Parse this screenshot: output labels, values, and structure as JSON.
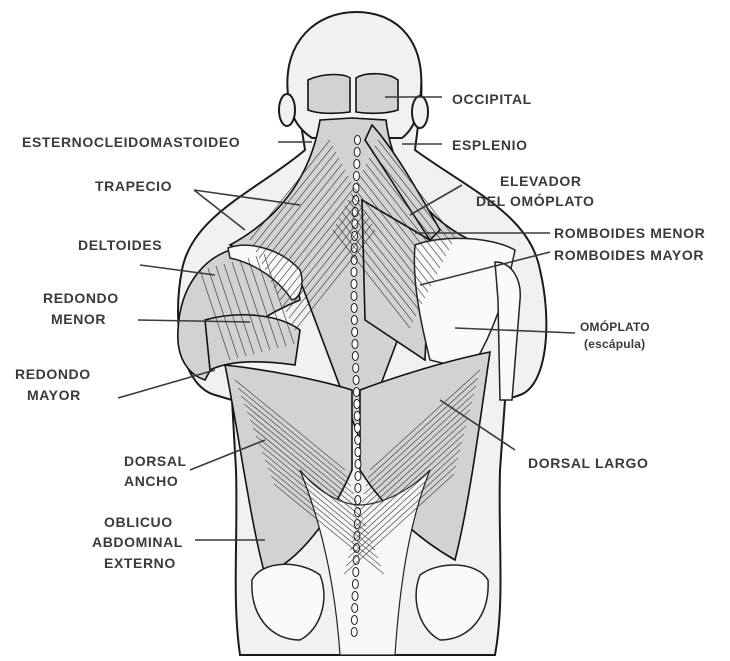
{
  "labels": {
    "occipital": "OCCIPITAL",
    "esternocleidomastoideo": "ESTERNOCLEIDOMASTOIDEO",
    "esplenio": "ESPLENIO",
    "trapecio": "TRAPECIO",
    "elevador_1": "ELEVADOR",
    "elevador_2": "DEL OMÓPLATO",
    "deltoides": "DELTOIDES",
    "romboides_menor": "ROMBOIDES MENOR",
    "romboides_mayor": "ROMBOIDES MAYOR",
    "redondo_menor_1": "REDONDO",
    "redondo_menor_2": "MENOR",
    "omoplato_1": "OMÓPLATO",
    "omoplato_2": "(escápula)",
    "redondo_mayor_1": "REDONDO",
    "redondo_mayor_2": "MAYOR",
    "dorsal_ancho_1": "DORSAL",
    "dorsal_ancho_2": "ANCHO",
    "dorsal_largo": "DORSAL LARGO",
    "oblicuo_1": "OBLICUO",
    "oblicuo_2": "ABDOMINAL",
    "oblicuo_3": "EXTERNO"
  }
}
